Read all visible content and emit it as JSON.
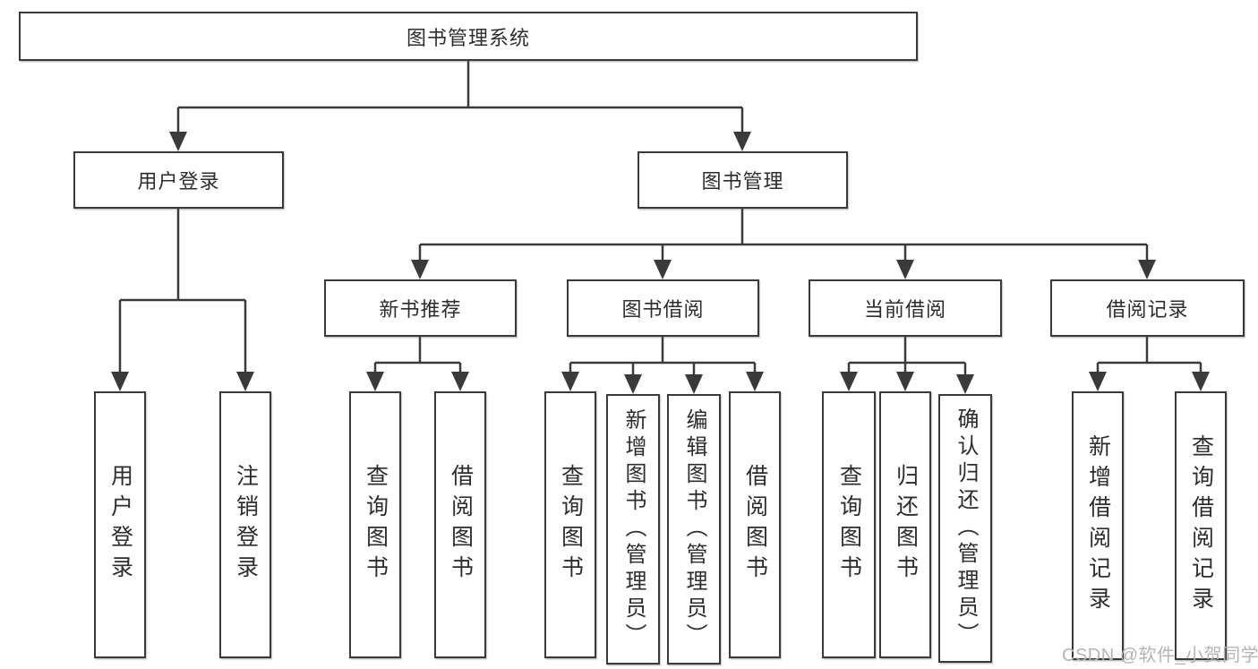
{
  "diagram": {
    "root": {
      "label": "图书管理系统"
    },
    "branches": [
      {
        "label": "用户登录",
        "children": [
          {
            "label": "用户登录"
          },
          {
            "label": "注销登录"
          }
        ]
      },
      {
        "label": "图书管理",
        "children": [
          {
            "label": "新书推荐",
            "children": [
              {
                "label": "查询图书"
              },
              {
                "label": "借阅图书"
              }
            ]
          },
          {
            "label": "图书借阅",
            "children": [
              {
                "label": "查询图书"
              },
              {
                "label": "新增图书（管理员）"
              },
              {
                "label": "编辑图书（管理员）"
              },
              {
                "label": "借阅图书"
              }
            ]
          },
          {
            "label": "当前借阅",
            "children": [
              {
                "label": "查询图书"
              },
              {
                "label": "归还图书"
              },
              {
                "label": "确认归还（管理员）"
              }
            ]
          },
          {
            "label": "借阅记录",
            "children": [
              {
                "label": "新增借阅记录"
              },
              {
                "label": "查询借阅记录"
              }
            ]
          }
        ]
      }
    ]
  },
  "watermark": {
    "text": "CSDN @软件_小贺同学"
  },
  "colors": {
    "line": "#3a3a3a",
    "box_border": "#3a3a3a",
    "text": "#2d2d2d",
    "watermark": "#b5b5b5",
    "background": "#ffffff"
  }
}
